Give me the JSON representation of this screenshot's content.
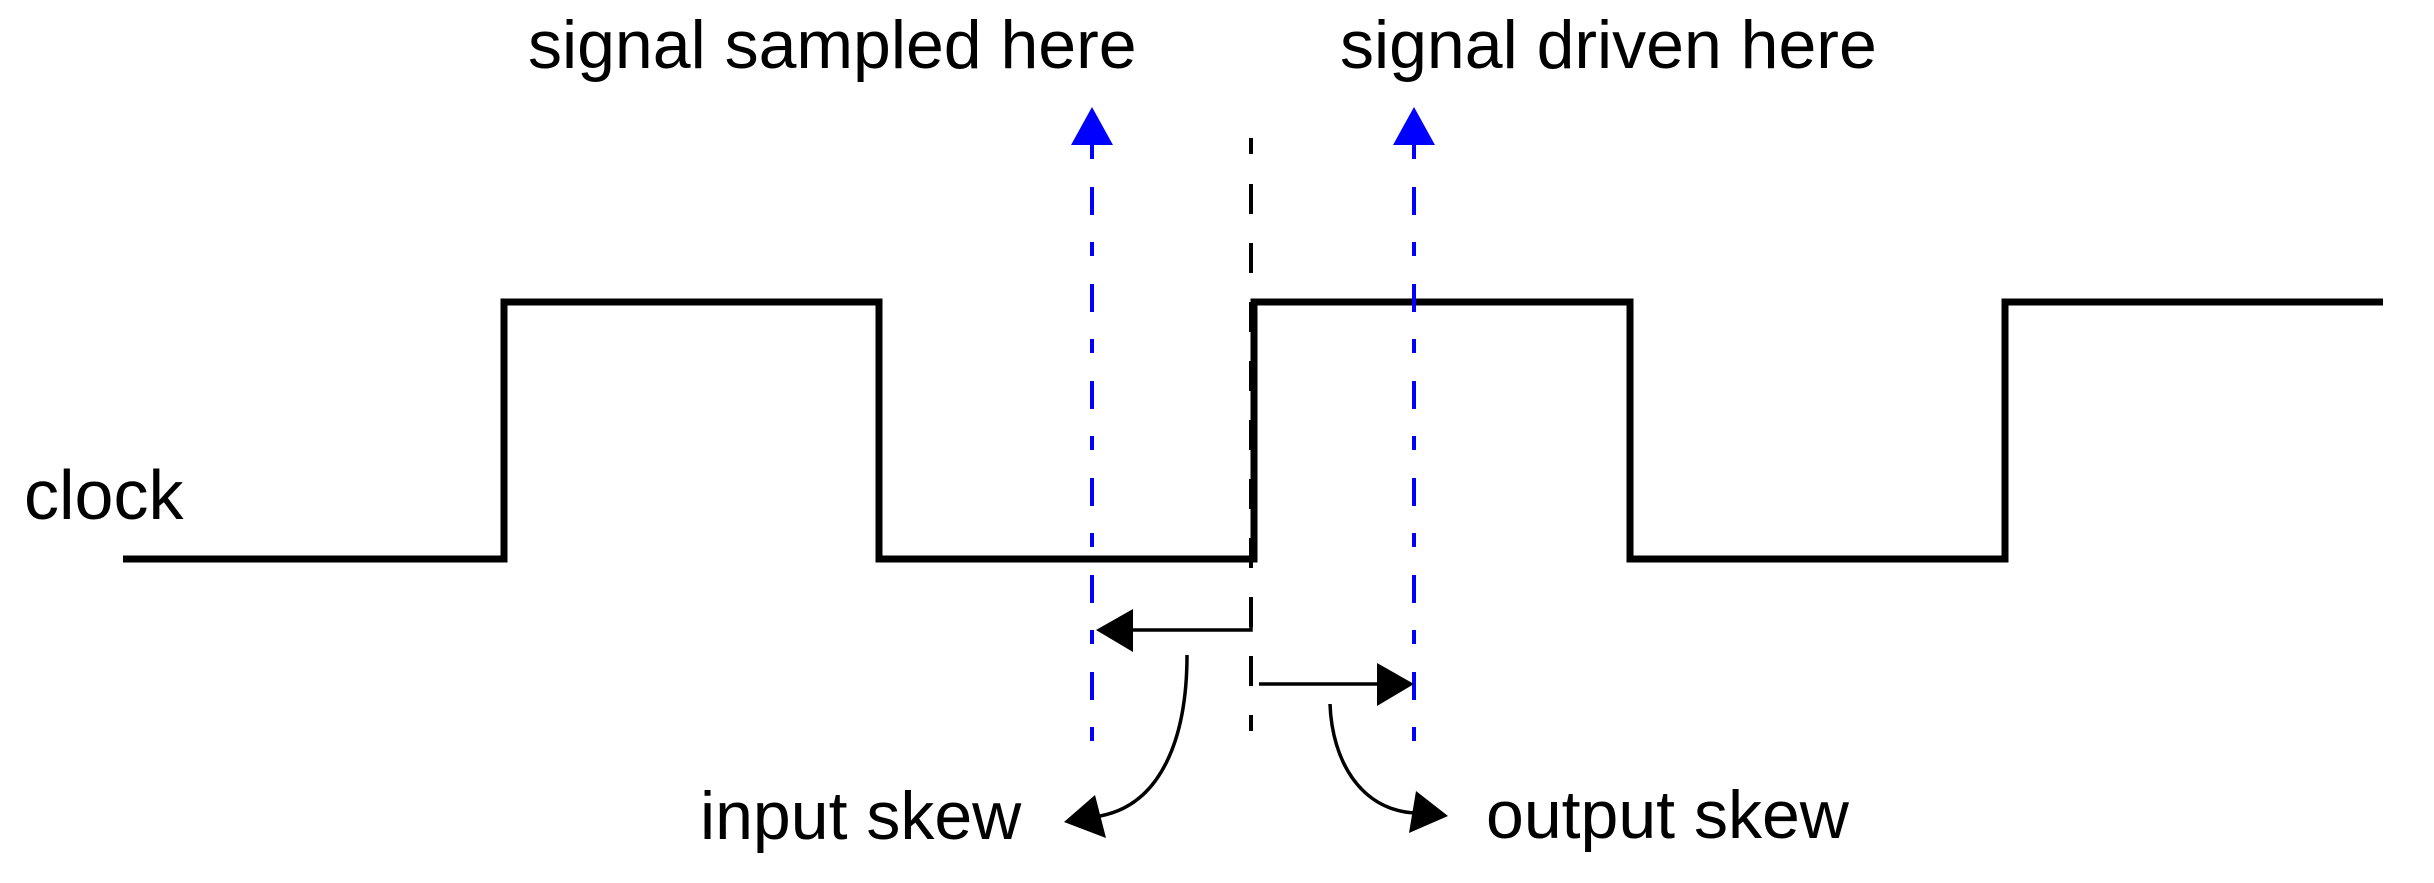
{
  "title": "Clock skew timing diagram",
  "labels": {
    "clock": "clock",
    "sampled": "signal sampled here",
    "driven": "signal driven here",
    "input_skew": "input skew",
    "output_skew": "output skew"
  },
  "colors": {
    "signal": "#000000",
    "marker": "#0000ff",
    "background": "#ffffff"
  },
  "clock": {
    "levels": [
      "low",
      "high",
      "low",
      "high",
      "low",
      "high"
    ],
    "edges": [
      "rising",
      "falling",
      "rising",
      "falling",
      "rising"
    ]
  },
  "markers": [
    {
      "id": "sample",
      "label_key": "sampled",
      "position": "before clock edge",
      "style": "blue dashed arrow up"
    },
    {
      "id": "drive",
      "label_key": "driven",
      "position": "after clock edge",
      "style": "blue dashed arrow up"
    }
  ],
  "reference": {
    "id": "clock-edge",
    "style": "black dashed line"
  },
  "skews": [
    {
      "id": "input",
      "label_key": "input_skew",
      "direction": "left"
    },
    {
      "id": "output",
      "label_key": "output_skew",
      "direction": "right"
    }
  ]
}
